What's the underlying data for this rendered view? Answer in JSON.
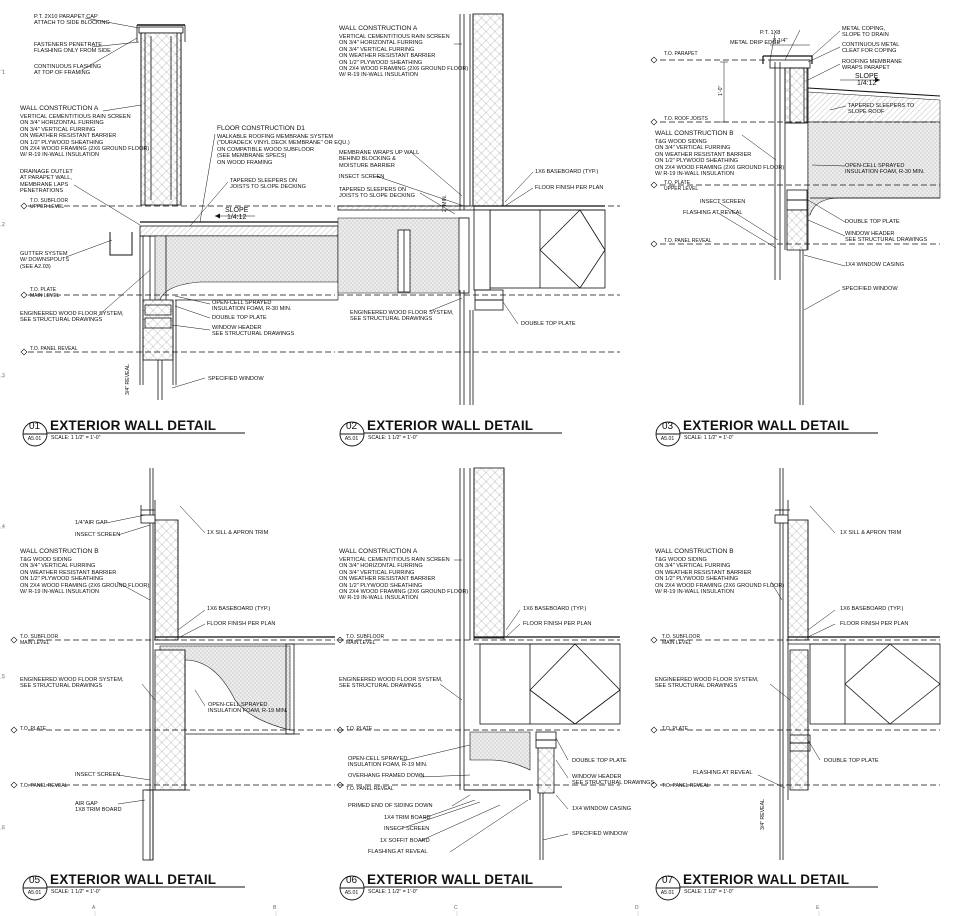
{
  "title_block": {
    "view_title": "EXTERIOR WALL DETAIL",
    "sheet_ref": "A5.01",
    "scale_text_a": "SCALE:  1 1/2\" = 1'-0\"",
    "scale_text_b": "SCALE:  1 1/2\" = 1'-0\""
  },
  "grid_labels": {
    "rows": [
      "1",
      "2",
      "3",
      "4",
      "5",
      "6"
    ],
    "cols": [
      "A",
      "B",
      "C",
      "D",
      "E"
    ]
  },
  "details": [
    {
      "number": "01",
      "heading_lines": [
        "WALL CONSTRUCTION A"
      ],
      "annotations": {
        "parapet_cap": "P.T. 2x10 PARAPET CAP\nATTACH TO SIDE BLOCKING",
        "fasteners": "FASTENERS PENETRATE\nFLASHING ONLY FROM SIDE",
        "flashing": "CONTINUOUS FLASHING\nAT TOP OF FRAMING",
        "wall_a": "VERTICAL CEMENTITIOUS RAIN SCREEN\nON 3/4\" HORIZONTAL FURRING\nON 3/4\" VERTICAL FURRING\nON WEATHER RESISTANT BARRIER\nON 1/2\" PLYWOOD SHEATHING\nON 2x4 WOOD FRAMING (2x6 GROUND FLOOR)\nW/ R-19 IN-WALL INSULATION",
        "drainage": "DRAINAGE OUTLET\nAT PARAPET WALL,\nMEMBRANE LAPS\nPENETRATIONS",
        "gutter": "GUTTER SYSTEM\nW/ DOWNSPOUTS\n(SEE A2.03)",
        "floor_system": "ENGINEERED WOOD FLOOR SYSTEM,\nSEE STRUCTURAL DRAWINGS",
        "floor_d1_heading": "FLOOR CONSTRUCTION D1",
        "floor_d1": "WALKABLE ROOFING MEMBRANE SYSTEM\n(\"DURADECK VINYL DECK MEMBRANE\" OR EQU.)\nON COMPATIBLE WOOD SUBFLOOR\n(SEE MEMBRANE SPECS)\nON WOOD FRAMING",
        "sleepers": "TAPERED SLEEPERS ON\nJOISTS TO SLOPE DECKING",
        "slope": "SLOPE\n1/4:12",
        "spray_foam": "OPEN-CELL SPRAYED\nINSULATION FOAM, R-30 MIN.",
        "double_top": "DOUBLE TOP PLATE",
        "header": "WINDOW HEADER\nSEE STRUCTURAL DRAWINGS",
        "window": "SPECIFIED WINDOW",
        "reveal_dim": "3/4\" REVEAL"
      },
      "levels": {
        "subfloor": "T.O. SUBFLOOR\nUPPER LEVEL",
        "plate": "T.O. PLATE\nMAIN LEVEL",
        "reveal": "T.O. PANEL REVEAL"
      }
    },
    {
      "number": "02",
      "heading_lines": [
        "WALL CONSTRUCTION A"
      ],
      "annotations": {
        "wall_a": "VERTICAL CEMENTITIOUS RAIN SCREEN\nON 3/4\" HORIZONTAL FURRING\nON 3/4\" VERTICAL FURRING\nON WEATHER RESISTANT BARRIER\nON 1/2\" PLYWOOD SHEATHING\nON 2x4 WOOD FRAMING (2x6 GROUND FLOOR)\nW/ R-19 IN-WALL INSULATION",
        "membrane": "MEMBRANE WRAPS UP WALL\nBEHIND BLOCKING &\nMOISTURE BARRIER",
        "insect": "INSECT SCREEN",
        "sleepers": "TAPERED SLEEPERS ON\nJOISTS TO SLOPE DECKING",
        "baseboard": "1x6 BASEBOARD (TYP.)",
        "floor_finish": "FLOOR FINISH PER PLAN",
        "floor_system": "ENGINEERED WOOD FLOOR SYSTEM,\nSEE STRUCTURAL DRAWINGS",
        "double_top": "DOUBLE TOP PLATE",
        "dim_min": "2\" MIN."
      }
    },
    {
      "number": "03",
      "heading_lines": [
        "WALL CONSTRUCTION B"
      ],
      "annotations": {
        "pt": "P.T. 1x8",
        "drip": "METAL DRIP EDGE",
        "dim_top": "3 1/4\"",
        "coping": "METAL COPING,\nSLOPE TO DRAIN",
        "cleat": "CONTINUOUS METAL\nCLEAT FOR COPING",
        "roof_membrane": "ROOFING MEMBRANE\nWRAPS PARAPET",
        "slope": "SLOPE\n1/4:12",
        "sleepers": "TAPERED SLEEPERS TO\nSLOPE ROOF",
        "wall_b": "T&G WOOD SIDING\nON 3/4\" VERTICAL FURRING\nON WEATHER RESISTANT BARRIER\nON 1/2\" PLYWOOD SHEATHING\nON 2x4 WOOD FRAMING (2x6 GROUND FLOOR)\nW/ R-19 IN-WALL INSULATION",
        "spray_foam": "OPEN-CELL SPRAYED\nINSULATION FOAM, R-30 MIN.",
        "insect": "INSECT SCREEN",
        "flashing": "FLASHING AT REVEAL",
        "double_top": "DOUBLE TOP PLATE",
        "header": "WINDOW HEADER\nSEE STRUCTURAL DRAWINGS",
        "casing": "1x4 WINDOW CASING",
        "window": "SPECIFIED WINDOW",
        "dim_height": "1'-0\""
      },
      "levels": {
        "parapet": "T.O. PARAPET",
        "roof_joists": "T.O. ROOF JOISTS",
        "plate": "T.O. PLATE\nUPPER LEVEL",
        "reveal": "T.O. PANEL REVEAL"
      }
    },
    {
      "number": "05",
      "heading_lines": [
        "WALL CONSTRUCTION B"
      ],
      "annotations": {
        "air_gap_top": "1/4\"AIR GAP",
        "insect_top": "INSECT SCREEN",
        "sill": "1x SILL & APRON TRIM",
        "wall_b": "T&G WOOD SIDING\nON 3/4\" VERTICAL FURRING\nON WEATHER RESISTANT BARRIER\nON 1/2\" PLYWOOD SHEATHING\nON 2x4 WOOD FRAMING (2x6 GROUND FLOOR)\nW/ R-19 IN-WALL INSULATION",
        "baseboard": "1x6 BASEBOARD (TYP.)",
        "floor_finish": "FLOOR FINISH PER PLAN",
        "floor_system": "ENGINEERED WOOD FLOOR SYSTEM,\nSEE STRUCTURAL DRAWINGS",
        "spray_foam": "OPEN-CELL SPRAYED\nINSULATION FOAM, R-19 MIN.",
        "insect_bottom": "INSECT SCREEN",
        "air_gap_bottom": "AIR GAP\n1x8 TRIM BOARD"
      },
      "levels": {
        "subfloor": "T.O. SUBFLOOR\nMAIN LEVEL",
        "plate": "T.O. PLATE",
        "reveal": "T.O. PANEL REVEAL"
      }
    },
    {
      "number": "06",
      "heading_lines": [
        "WALL CONSTRUCTION A"
      ],
      "annotations": {
        "wall_a": "VERTICAL CEMENTITIOUS RAIN SCREEN\nON 3/4\" HORIZONTAL FURRING\nON 3/4\" VERTICAL FURRING\nON WEATHER RESISTANT BARRIER\nON 1/2\" PLYWOOD SHEATHING\nON 2x4 WOOD FRAMING (2x6 GROUND FLOOR)\nW/ R-19 IN-WALL INSULATION",
        "baseboard": "1x6 BASEBOARD (TYP.)",
        "floor_finish": "FLOOR FINISH PER PLAN",
        "floor_system": "ENGINEERED WOOD FLOOR SYSTEM,\nSEE STRUCTURAL DRAWINGS",
        "spray_foam": "OPEN-CELL SPRAYED\nINSULATION FOAM, R-19 MIN.",
        "overhang": "OVERHANG FRAMED DOWN",
        "primed": "PRIMED END OF SIDING DOWN",
        "trim": "1x4 TRIM BOARD",
        "insect": "INSECT SCREEN",
        "soffit": "1x SOFFIT BOARD",
        "flashing": "FLASHING AT REVEAL",
        "double_top": "DOUBLE TOP PLATE",
        "header": "WINDOW HEADER\nSEE STRUCTURAL DRAWINGS",
        "casing": "1x4 WINDOW CASING",
        "window": "SPECIFIED WINDOW"
      },
      "levels": {
        "subfloor": "T.O. SUBFLOOR\nMAIN LEVEL",
        "plate": "T.O. PLATE",
        "reveal": "T.O. PANEL REVEAL"
      }
    },
    {
      "number": "07",
      "heading_lines": [
        "WALL CONSTRUCTION B"
      ],
      "annotations": {
        "sill": "1x SILL & APRON TRIM",
        "wall_b": "T&G WOOD SIDING\nON 3/4\" VERTICAL FURRING\nON WEATHER RESISTANT BARRIER\nON 1/2\" PLYWOOD SHEATHING\nON 2x4 WOOD FRAMING (2x6 GROUND FLOOR)\nW/ R-19 IN-WALL INSULATION",
        "baseboard": "1x6 BASEBOARD (TYP.)",
        "floor_finish": "FLOOR FINISH PER PLAN",
        "floor_system": "ENGINEERED WOOD FLOOR SYSTEM,\nSEE STRUCTURAL DRAWINGS",
        "double_top": "DOUBLE TOP PLATE",
        "flashing": "FLASHING AT REVEAL",
        "reveal_dim": "3/4\" REVEAL"
      },
      "levels": {
        "subfloor": "T.O. SUBFLOOR\nMAIN LEVEL",
        "plate": "T.O. PLATE",
        "reveal": "T.O. PANEL REVEAL"
      }
    }
  ],
  "colors": {
    "line": "#111111",
    "insulation_fill": "#e6e6e6",
    "hatch": "#b8b8b8"
  }
}
